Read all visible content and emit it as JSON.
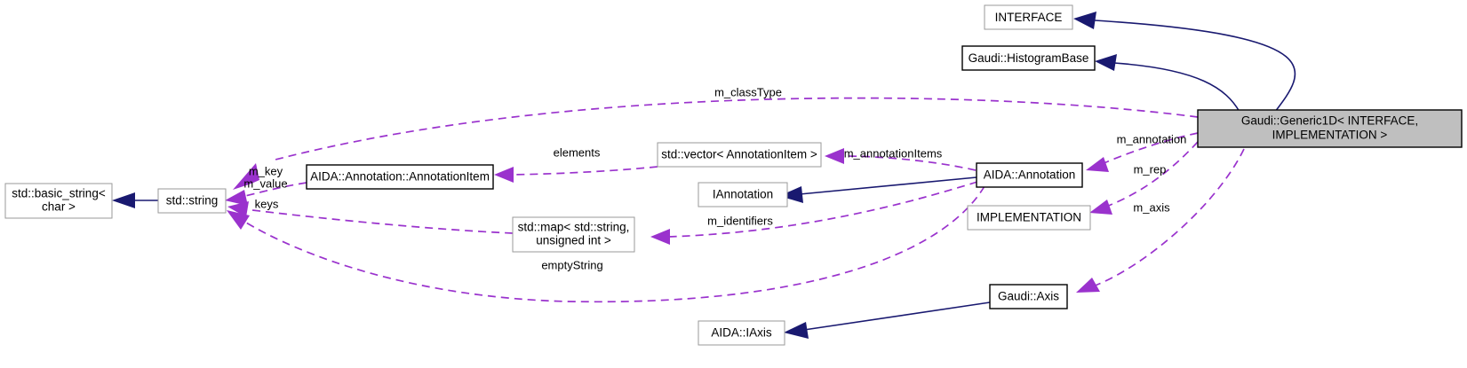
{
  "diagram": {
    "title": "Gaudi::Generic1D< INTERFACE, IMPLEMENTATION > collaboration diagram",
    "type": "uml-collaboration-diagram",
    "colors": {
      "inheritance_edge": "#191970",
      "usage_edge": "#9a32cd",
      "highlight_fill": "#bfbfbf",
      "node_border_solid": "#000000",
      "node_border_light": "#9a9a9a",
      "background": "#ffffff"
    },
    "nodes": [
      {
        "id": "interface",
        "label_line1": "INTERFACE",
        "label_line2": ""
      },
      {
        "id": "histogrambase",
        "label_line1": "Gaudi::HistogramBase",
        "label_line2": ""
      },
      {
        "id": "generic1d",
        "label_line1": "Gaudi::Generic1D< INTERFACE,",
        "label_line2": "IMPLEMENTATION >"
      },
      {
        "id": "basicstring",
        "label_line1": "std::basic_string<",
        "label_line2": "char >"
      },
      {
        "id": "stdstring",
        "label_line1": "std::string",
        "label_line2": ""
      },
      {
        "id": "annotationitem",
        "label_line1": "AIDA::Annotation::AnnotationItem",
        "label_line2": ""
      },
      {
        "id": "vectorannotation",
        "label_line1": "std::vector< AnnotationItem >",
        "label_line2": ""
      },
      {
        "id": "iannotation",
        "label_line1": "IAnnotation",
        "label_line2": ""
      },
      {
        "id": "annotation",
        "label_line1": "AIDA::Annotation",
        "label_line2": ""
      },
      {
        "id": "implementation",
        "label_line1": "IMPLEMENTATION",
        "label_line2": ""
      },
      {
        "id": "stdmap",
        "label_line1": "std::map< std::string,",
        "label_line2": "unsigned int >"
      },
      {
        "id": "gaudiaxis",
        "label_line1": "Gaudi::Axis",
        "label_line2": ""
      },
      {
        "id": "aidaiaxis",
        "label_line1": "AIDA::IAxis",
        "label_line2": ""
      }
    ],
    "edge_labels": {
      "m_classType": "m_classType",
      "elements": "elements",
      "m_annotationItems": "m_annotationItems",
      "m_annotation": "m_annotation",
      "m_rep": "m_rep",
      "m_axis": "m_axis",
      "m_key": "m_key",
      "m_value": "m_value",
      "keys": "keys",
      "m_identifiers": "m_identifiers",
      "emptyString": "emptyString"
    },
    "edges": [
      {
        "from": "generic1d",
        "to": "interface",
        "kind": "inheritance",
        "label": ""
      },
      {
        "from": "generic1d",
        "to": "histogrambase",
        "kind": "inheritance",
        "label": ""
      },
      {
        "from": "stdstring",
        "to": "basicstring",
        "kind": "inheritance",
        "label": ""
      },
      {
        "from": "annotation",
        "to": "iannotation",
        "kind": "inheritance",
        "label": ""
      },
      {
        "from": "gaudiaxis",
        "to": "aidaiaxis",
        "kind": "inheritance",
        "label": ""
      },
      {
        "from": "generic1d",
        "to": "stdstring",
        "kind": "usage",
        "label": "m_classType"
      },
      {
        "from": "generic1d",
        "to": "annotation",
        "kind": "usage",
        "label": "m_annotation"
      },
      {
        "from": "generic1d",
        "to": "implementation",
        "kind": "usage",
        "label": "m_rep"
      },
      {
        "from": "generic1d",
        "to": "gaudiaxis",
        "kind": "usage",
        "label": "m_axis"
      },
      {
        "from": "annotation",
        "to": "vectorannotation",
        "kind": "usage",
        "label": "m_annotationItems"
      },
      {
        "from": "annotation",
        "to": "stdmap",
        "kind": "usage",
        "label": "m_identifiers"
      },
      {
        "from": "annotation",
        "to": "stdstring",
        "kind": "usage",
        "label": "emptyString"
      },
      {
        "from": "vectorannotation",
        "to": "annotationitem",
        "kind": "usage",
        "label": "elements"
      },
      {
        "from": "annotationitem",
        "to": "stdstring",
        "kind": "usage",
        "label": "m_key m_value"
      },
      {
        "from": "stdmap",
        "to": "stdstring",
        "kind": "usage",
        "label": "keys"
      }
    ]
  }
}
